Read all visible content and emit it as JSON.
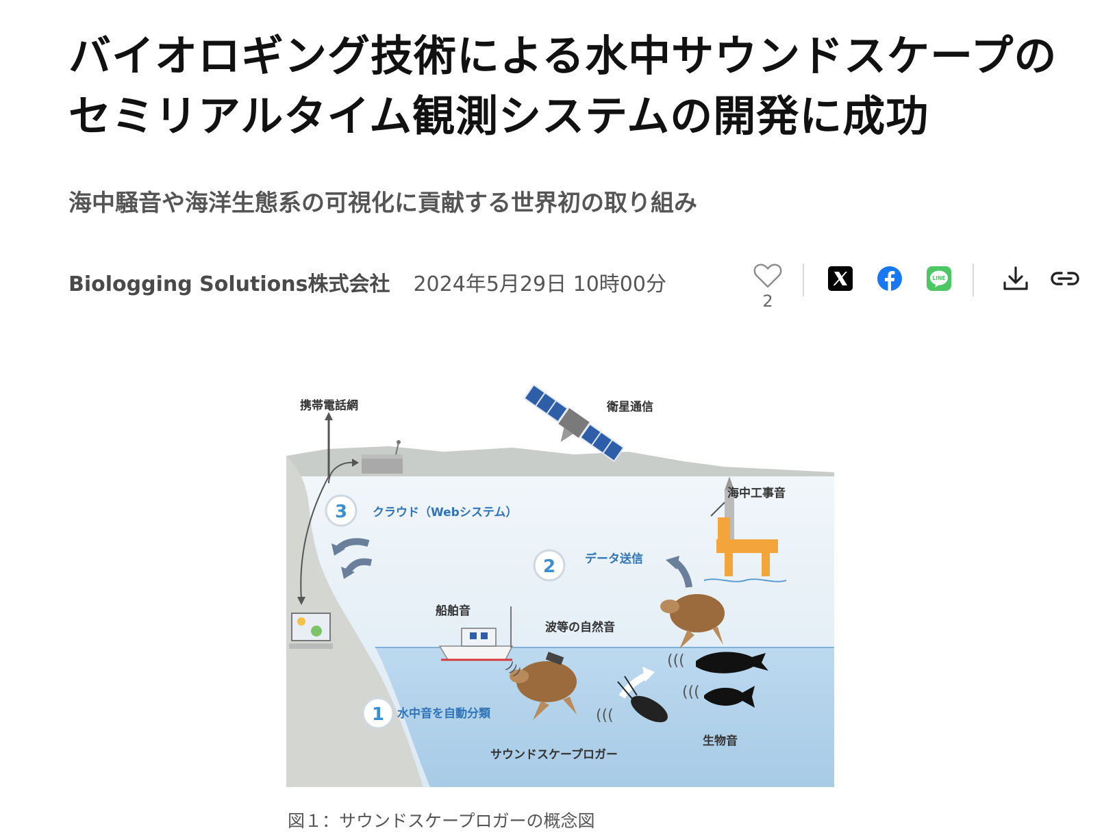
{
  "article": {
    "title_line1": "バイオロギング技術による水中サウンドスケープの",
    "title_line2": "セミリアルタイム観測システムの開発に成功",
    "subtitle": "海中騒音や海洋生態系の可視化に貢献する世界初の取り組み",
    "company": "Biologging Solutions株式会社",
    "date": "2024年5月29日 10時00分"
  },
  "actions": {
    "like_count": "2",
    "icons": [
      "heart-icon",
      "x-icon",
      "facebook-icon",
      "line-icon",
      "download-icon",
      "link-icon"
    ],
    "x_glyph": "𝕏",
    "line_glyph": "LINE",
    "facebook_glyph": "f",
    "colors": {
      "x": "#000000",
      "facebook": "#1877f2",
      "line": "#4cc764",
      "icon": "#333333"
    }
  },
  "figure": {
    "labels": {
      "cell_network": "携帯電話網",
      "satellite": "衛星通信",
      "construction_noise": "海中工事音",
      "cloud": "クラウド（Webシステム）",
      "data_transmission": "データ送信",
      "ship_noise": "船舶音",
      "natural_noise": "波等の自然音",
      "auto_classify": "水中音を自動分類",
      "biological_sound": "生物音",
      "logger": "サウンドスケープロガー"
    },
    "steps": [
      "1",
      "2",
      "3"
    ],
    "caption": "図１：サウンドスケープロガーの概念図"
  }
}
